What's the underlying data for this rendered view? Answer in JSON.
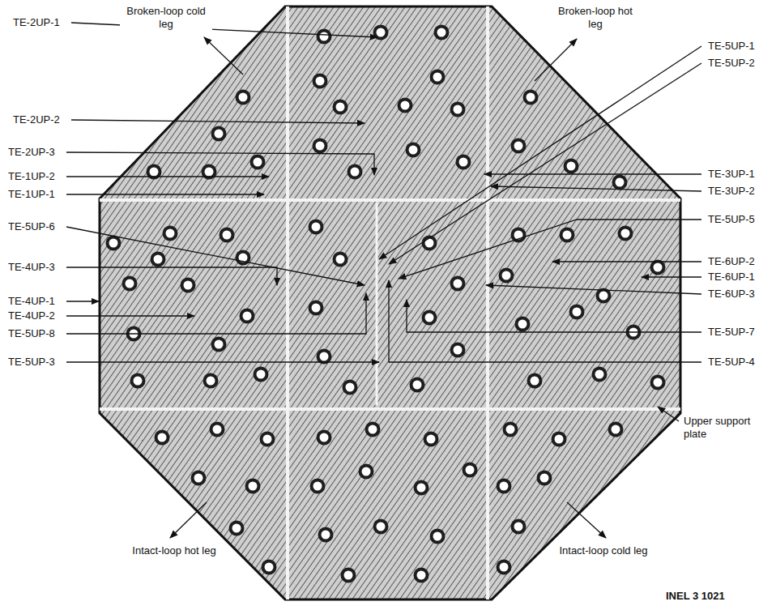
{
  "diagram": {
    "labels": [
      "Broken-loop cold leg",
      "Broken-loop hot leg",
      "TE-2UP-1",
      "TE-2UP-2",
      "TE-2UP-3",
      "TE-1UP-2",
      "TE-1UP-1",
      "TE-5UP-6",
      "TE-4UP-3",
      "TE-4UP-1",
      "TE-4UP-2",
      "TE-5UP-8",
      "TE-5UP-3",
      "TE-5UP-1",
      "TE-5UP-2",
      "TE-3UP-1",
      "TE-3UP-2",
      "TE-5UP-5",
      "TE-6UP-2",
      "TE-6UP-1",
      "TE-6UP-3",
      "TE-5UP-7",
      "TE-5UP-4",
      "Upper support plate",
      "Intact-loop hot leg",
      "Intact-loop cold leg",
      "INEL 3 1021"
    ]
  }
}
